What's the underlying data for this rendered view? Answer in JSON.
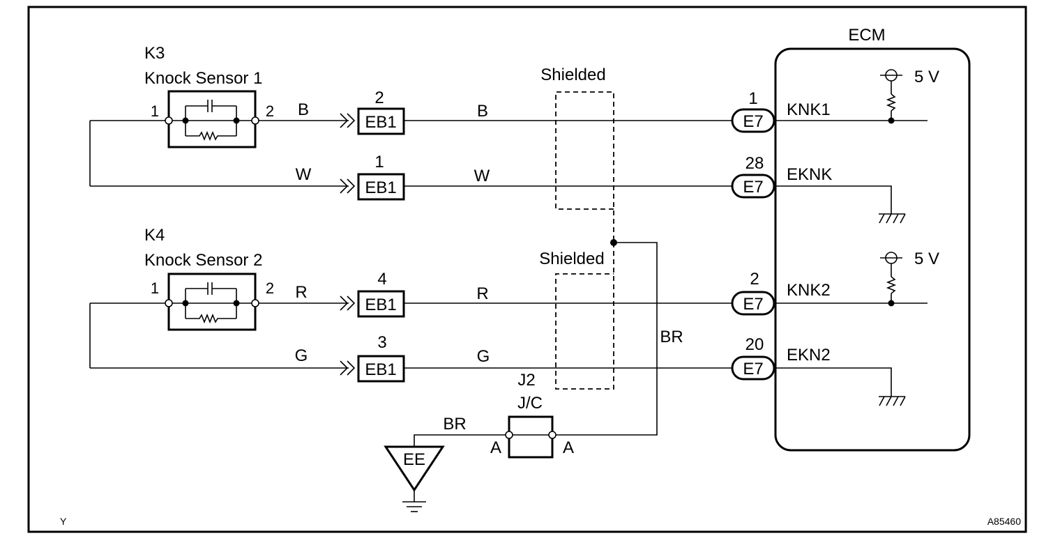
{
  "ecm": {
    "title": "ECM",
    "supply_top": "5 V",
    "supply_bottom": "5 V"
  },
  "sensor1": {
    "ref": "K3",
    "name": "Knock Sensor 1",
    "pin_left": "1",
    "pin_right": "2"
  },
  "sensor2": {
    "ref": "K4",
    "name": "Knock Sensor 2",
    "pin_left": "1",
    "pin_right": "2"
  },
  "shield_top": "Shielded",
  "shield_bottom": "Shielded",
  "wires": [
    {
      "color_left": "B",
      "connector": "EB1",
      "connector_pin": "2",
      "color_right": "B",
      "ecm_connector": "E7",
      "ecm_pin": "1",
      "signal": "KNK1"
    },
    {
      "color_left": "W",
      "connector": "EB1",
      "connector_pin": "1",
      "color_right": "W",
      "ecm_connector": "E7",
      "ecm_pin": "28",
      "signal": "EKNK"
    },
    {
      "color_left": "R",
      "connector": "EB1",
      "connector_pin": "4",
      "color_right": "R",
      "ecm_connector": "E7",
      "ecm_pin": "2",
      "signal": "KNK2"
    },
    {
      "color_left": "G",
      "connector": "EB1",
      "connector_pin": "3",
      "color_right": "G",
      "ecm_connector": "E7",
      "ecm_pin": "20",
      "signal": "EKN2"
    }
  ],
  "drain_wire_color": "BR",
  "junction": {
    "ref": "J2",
    "name": "J/C",
    "pin_left": "A",
    "pin_right": "A"
  },
  "ground_wire_color": "BR",
  "ground_point": "EE",
  "corner_left": "Y",
  "figure_code": "A85460"
}
